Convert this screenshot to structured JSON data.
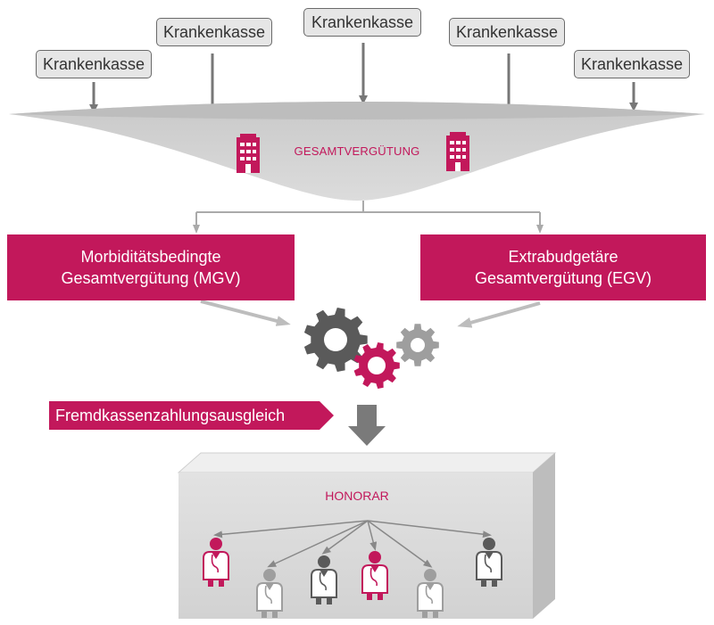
{
  "krankenkassen": [
    "Krankenkasse",
    "Krankenkasse",
    "Krankenkasse",
    "Krankenkasse",
    "Krankenkasse"
  ],
  "gesamtverguetung": "GESAMTVERGÜTUNG",
  "mgv": {
    "line1": "Morbiditätsbedingte",
    "line2": "Gesamtvergütung (MGV)"
  },
  "egv": {
    "line1": "Extrabudgetäre",
    "line2": "Gesamtvergütung (EGV)"
  },
  "fremdkassen": "Fremdkassenzahlungsausgleich",
  "honorar": "HONORAR",
  "colors": {
    "accent": "#c2185b",
    "dark_gray": "#5a5a5a",
    "mid_gray": "#9e9e9e",
    "light_gray": "#d6d6d6"
  },
  "icons": [
    "building-icon",
    "gear-icon",
    "doctor-icon"
  ],
  "doctors": [
    {
      "color": "pink"
    },
    {
      "color": "light-gray"
    },
    {
      "color": "dark-gray"
    },
    {
      "color": "pink"
    },
    {
      "color": "light-gray"
    },
    {
      "color": "dark-gray"
    }
  ]
}
